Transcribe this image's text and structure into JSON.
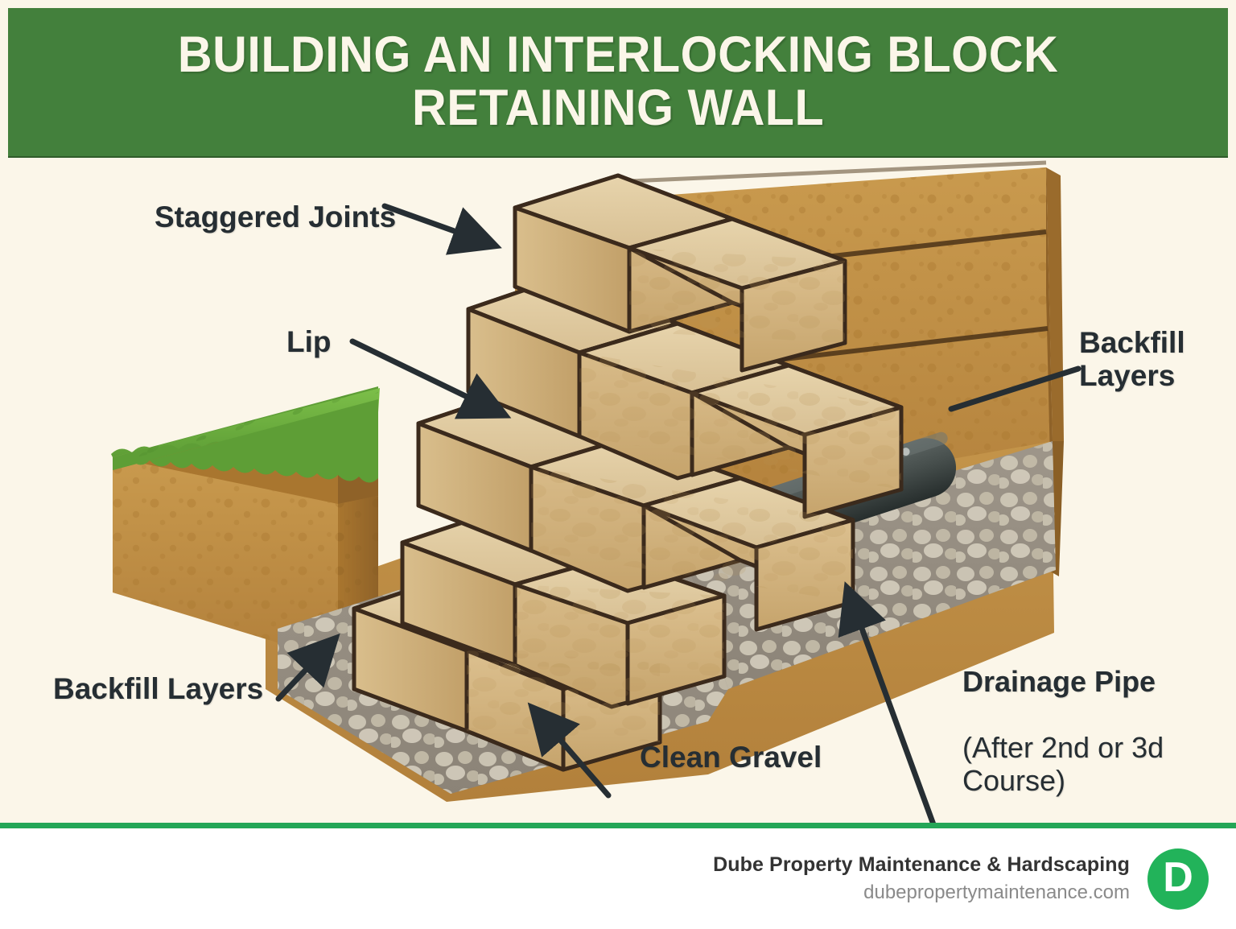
{
  "header": {
    "title": "BUILDING AN INTERLOCKING BLOCK\nRETAINING WALL",
    "background_color": "#43803C",
    "text_color": "#FBF6E9"
  },
  "page": {
    "background_color": "#FBF6E9",
    "divider_color": "#23A657"
  },
  "diagram": {
    "subject": "interlocking block retaining wall cross-section",
    "colors": {
      "block_face": "#D9BC8C",
      "block_top": "#E3CFA6",
      "block_outline": "#3B2A1C",
      "soil": "#C08F43",
      "soil_dark": "#9E7033",
      "grass": "#6CAF3F",
      "gravel": "#A49C8C",
      "gravel_stone": "#CEC7B6",
      "pipe": "#4A5250",
      "pipe_dark": "#2C3332"
    },
    "labels": [
      {
        "id": "staggered-joints",
        "text": "Staggered Joints",
        "arrow": true
      },
      {
        "id": "lip",
        "text": "Lip",
        "arrow": true
      },
      {
        "id": "backfill-layers-right",
        "text": "Backfill\nLayers",
        "arrow": false
      },
      {
        "id": "backfill-layers-left",
        "text": "Backfill Layers",
        "arrow": true
      },
      {
        "id": "clean-gravel",
        "text": "Clean Gravel",
        "arrow": true
      },
      {
        "id": "drainage-pipe-title",
        "text": "Drainage Pipe",
        "arrow": true
      },
      {
        "id": "drainage-pipe-note",
        "text": "(After 2nd or 3d\nCourse)",
        "arrow": false
      }
    ]
  },
  "footer": {
    "company": "Dube Property Maintenance & Hardscaping",
    "url": "dubepropertymaintenance.com",
    "logo_letter": "D",
    "logo_color": "#22B35A"
  }
}
